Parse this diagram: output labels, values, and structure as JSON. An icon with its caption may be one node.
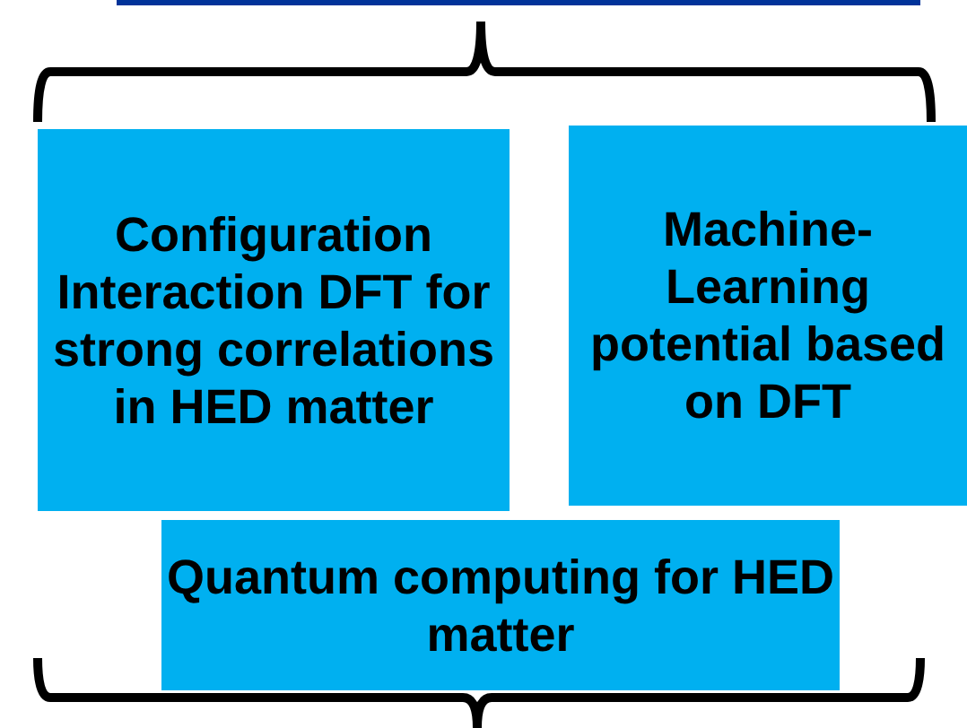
{
  "diagram": {
    "nodes": [
      {
        "text": [],
        "shape": "box"
      },
      {
        "text": [
          "Configuration Interaction DFT for strong correlations in HED matter"
        ]
      },
      {
        "text": [
          "Machine-Learning potential based on DFT"
        ]
      },
      {
        "text": [
          "Quantum computing for HED matter"
        ]
      }
    ]
  }
}
